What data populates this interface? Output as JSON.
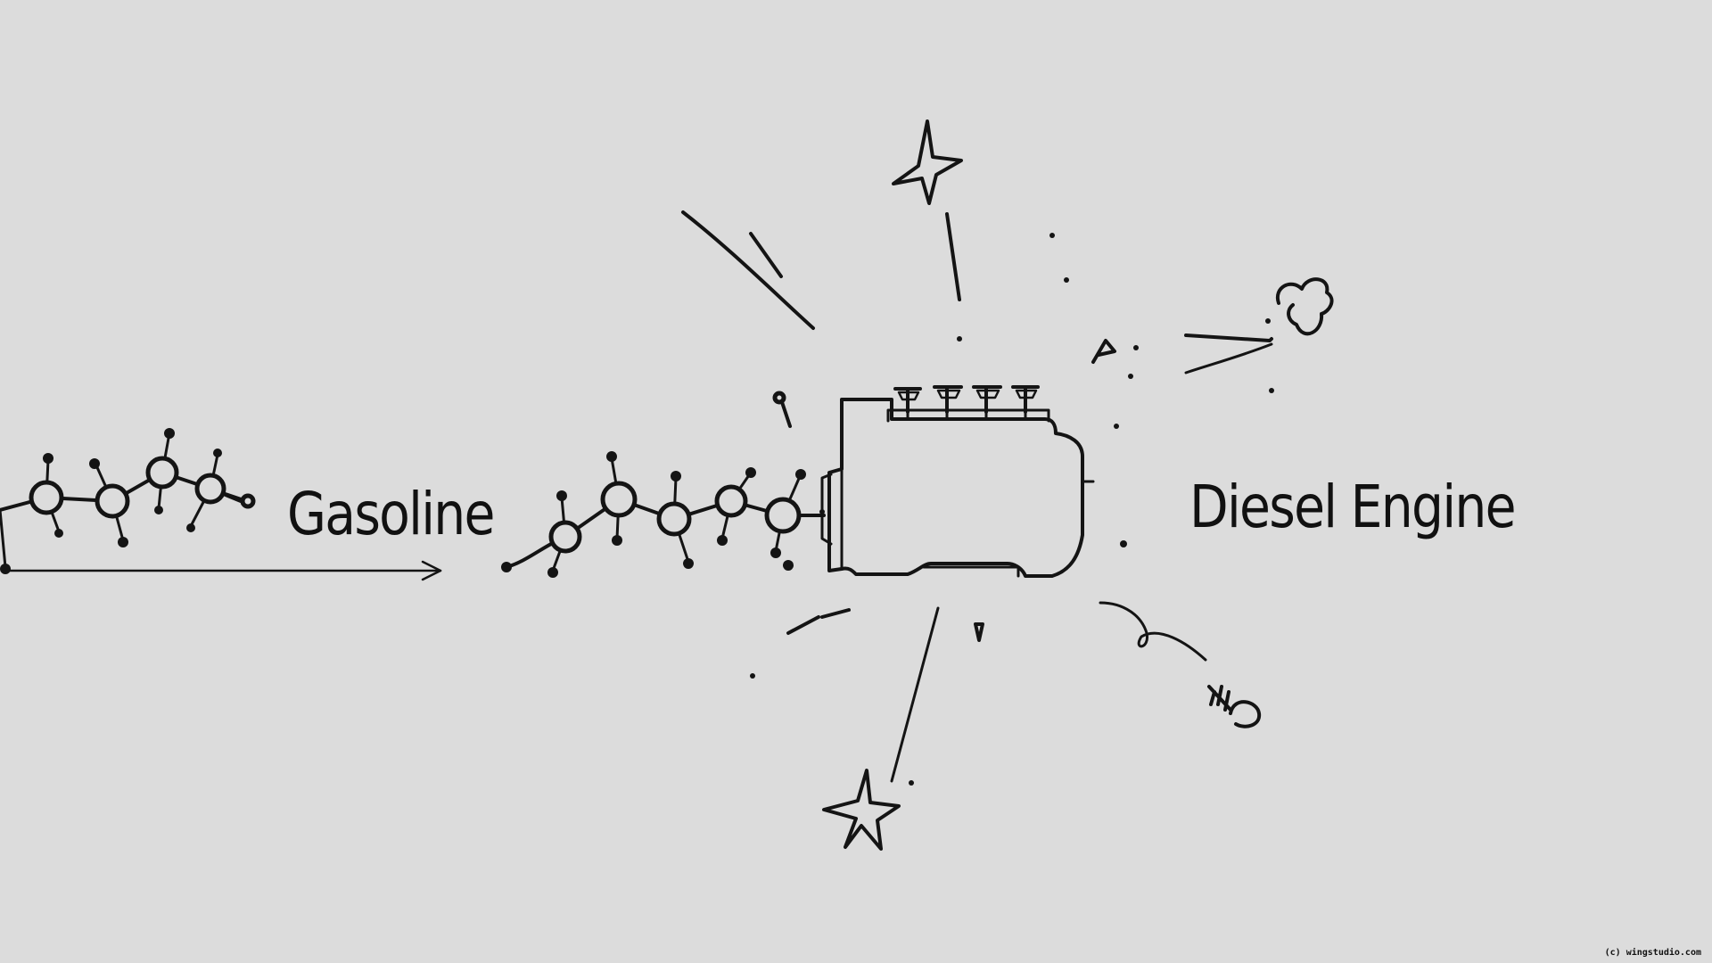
{
  "labels": {
    "left": "Gasoline",
    "right": "Diesel Engine"
  },
  "footer": {
    "credit": "(c) wingstudio.com"
  },
  "icons": [
    "hydrocarbon-molecule-icon",
    "engine-block-icon",
    "sparkle-star-icon",
    "smoke-puff-icon",
    "screw-icon",
    "arrow-right-icon"
  ],
  "colors": {
    "background": "#dcdcdc",
    "ink": "#141414"
  }
}
